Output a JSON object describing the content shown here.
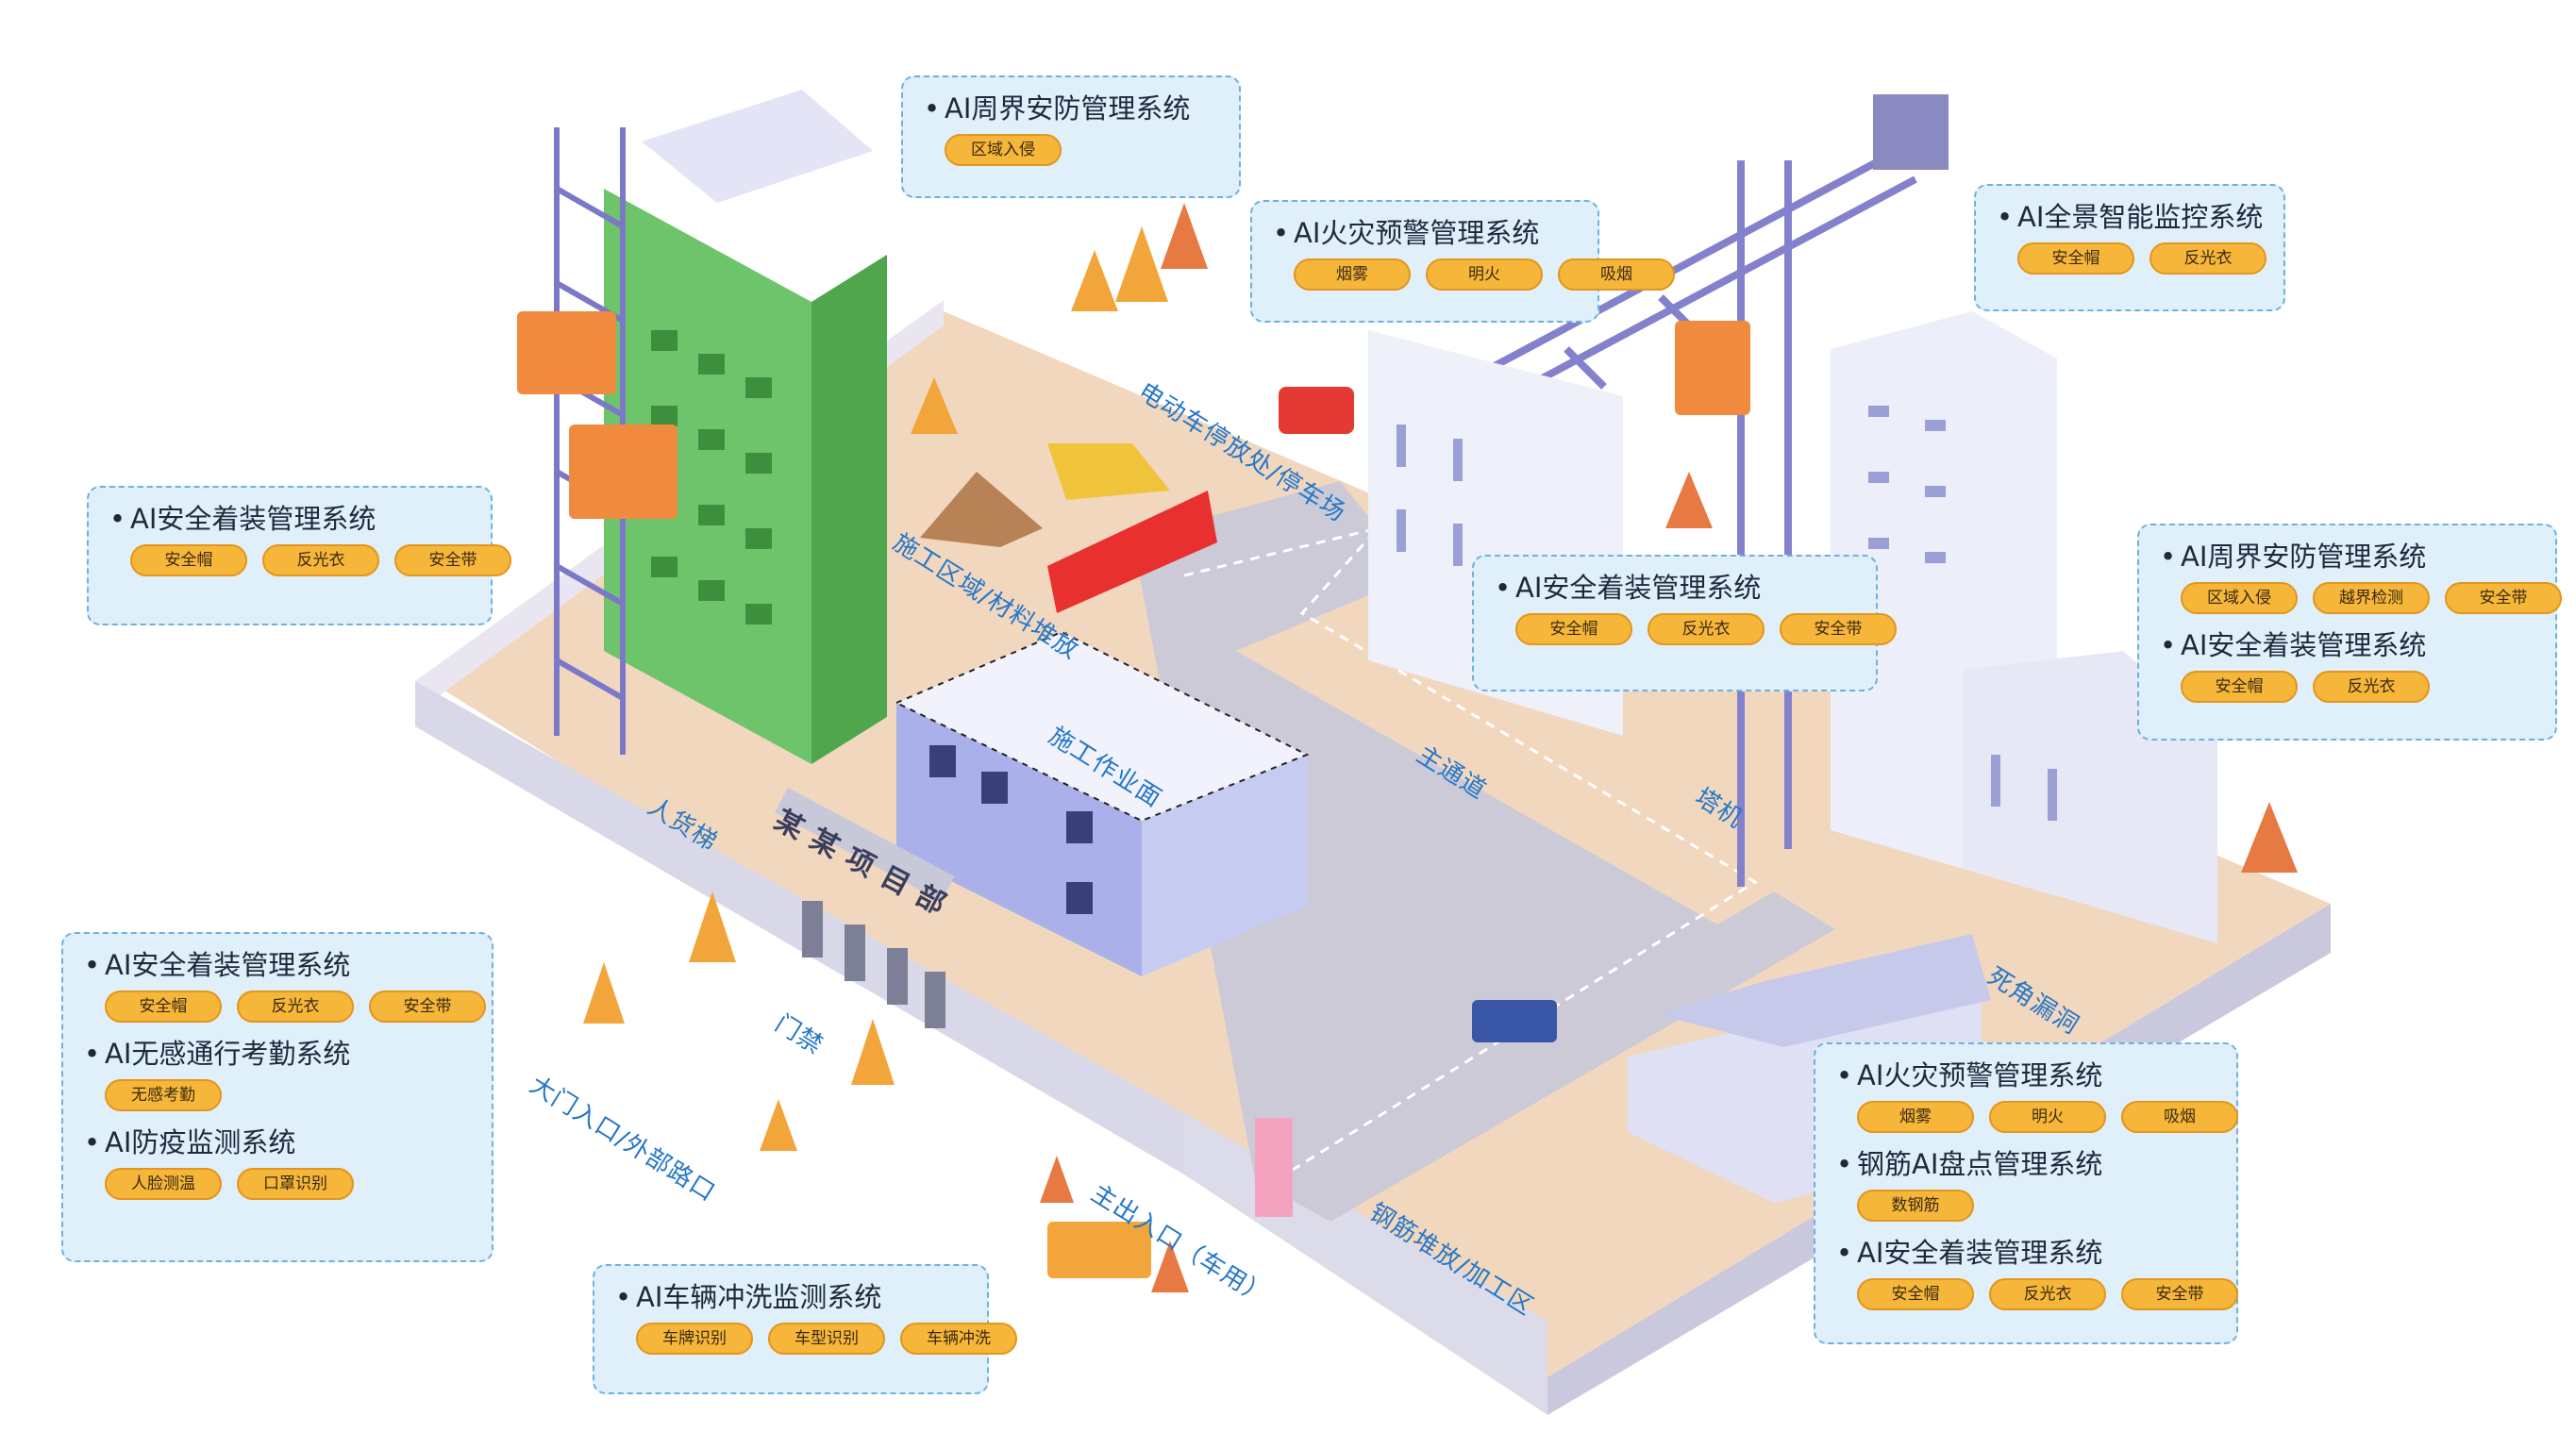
{
  "gate_sign": "某 某 项 目 部",
  "area_labels": {
    "construction_zone": "施工区域/材料堆放",
    "ev_parking": "电动车停放处/停车场",
    "work_face": "施工作业面",
    "hoist": "人货梯",
    "main_road": "主通道",
    "tower_crane": "塔机",
    "blind_spot": "死角漏洞",
    "gate": "门禁",
    "main_entrance": "大门入口/外部路口",
    "vehicle_entrance": "主出入口（车用）",
    "rebar_area": "钢筋堆放/加工区"
  },
  "panels": [
    {
      "id": "perimeter-top",
      "systems": [
        {
          "title": "AI周界安防管理系统",
          "tags": [
            "区域入侵"
          ]
        }
      ]
    },
    {
      "id": "fire-top",
      "systems": [
        {
          "title": "AI火灾预警管理系统",
          "tags": [
            "烟雾",
            "明火",
            "吸烟"
          ]
        }
      ]
    },
    {
      "id": "panorama",
      "systems": [
        {
          "title": "AI全景智能监控系统",
          "tags": [
            "安全帽",
            "反光衣"
          ]
        }
      ]
    },
    {
      "id": "safety-left",
      "systems": [
        {
          "title": "AI安全着装管理系统",
          "tags": [
            "安全帽",
            "反光衣",
            "安全带"
          ]
        }
      ]
    },
    {
      "id": "safety-center",
      "systems": [
        {
          "title": "AI安全着装管理系统",
          "tags": [
            "安全帽",
            "反光衣",
            "安全带"
          ]
        }
      ]
    },
    {
      "id": "right-combo",
      "systems": [
        {
          "title": "AI周界安防管理系统",
          "tags": [
            "区域入侵",
            "越界检测",
            "安全带"
          ]
        },
        {
          "title": "AI安全着装管理系统",
          "tags": [
            "安全帽",
            "反光衣"
          ]
        }
      ]
    },
    {
      "id": "entrance-combo",
      "systems": [
        {
          "title": "AI安全着装管理系统",
          "tags": [
            "安全帽",
            "反光衣",
            "安全带"
          ]
        },
        {
          "title": "AI无感通行考勤系统",
          "tags": [
            "无感考勤"
          ]
        },
        {
          "title": "AI防疫监测系统",
          "tags": [
            "人脸测温",
            "口罩识别"
          ]
        }
      ]
    },
    {
      "id": "vehicle-wash",
      "systems": [
        {
          "title": "AI车辆冲洗监测系统",
          "tags": [
            "车牌识别",
            "车型识别",
            "车辆冲洗"
          ]
        }
      ]
    },
    {
      "id": "rebar-combo",
      "systems": [
        {
          "title": "AI火灾预警管理系统",
          "tags": [
            "烟雾",
            "明火",
            "吸烟"
          ]
        },
        {
          "title": "钢筋AI盘点管理系统",
          "tags": [
            "数钢筋"
          ]
        },
        {
          "title": "AI安全着装管理系统",
          "tags": [
            "安全帽",
            "反光衣",
            "安全带"
          ]
        }
      ]
    }
  ]
}
